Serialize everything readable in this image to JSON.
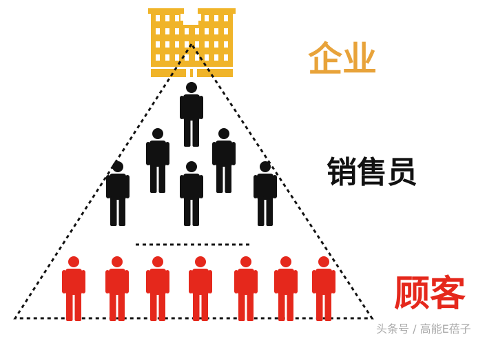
{
  "labels": {
    "enterprise": "企业",
    "salespeople": "销售员",
    "customers": "顾客"
  },
  "watermark": "头条号 / 高能E蓓子",
  "colors": {
    "enterprise": "#f0b429",
    "enterprise_text": "#e8a33a",
    "salespeople": "#111111",
    "customers": "#e5281c"
  },
  "icons": {
    "top": "building-icon",
    "middle": "person-icon",
    "bottom": "person-icon"
  }
}
